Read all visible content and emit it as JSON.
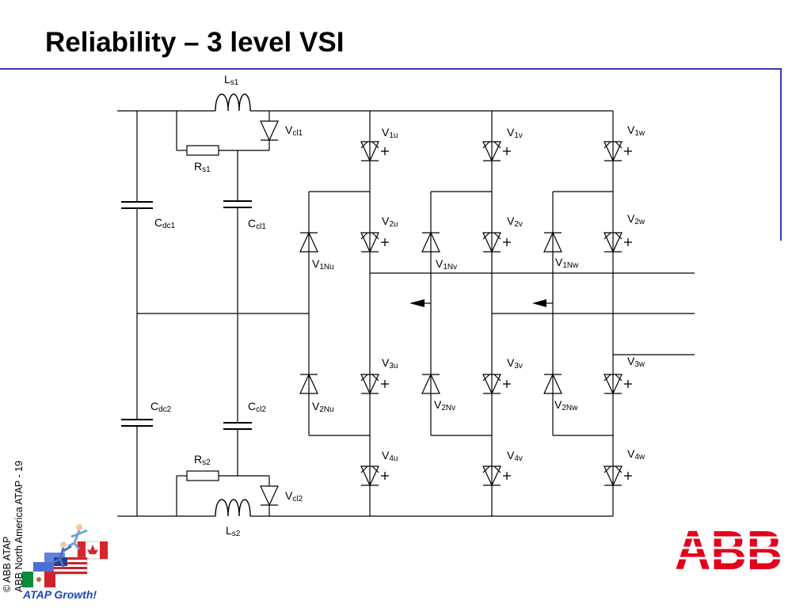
{
  "slide": {
    "title": "Reliability – 3 level VSI",
    "copyright": "© ABB ATAP",
    "footer_line": "ABB North America ATAP - 19",
    "tagline": "ATAP Growth!",
    "brand_logo_text": "ABB",
    "colors": {
      "rule": "#3a3ab4",
      "tagline": "#1b49b8",
      "brand_red": "#e2001a"
    }
  },
  "circuit": {
    "labels": [
      {
        "key": "ls1",
        "main": "L",
        "sub": "s1"
      },
      {
        "key": "vcl1",
        "main": "V",
        "sub": "cl1"
      },
      {
        "key": "rs1",
        "main": "R",
        "sub": "s1"
      },
      {
        "key": "cdc1",
        "main": "C",
        "sub": "dc1"
      },
      {
        "key": "ccl1",
        "main": "C",
        "sub": "cl1"
      },
      {
        "key": "cdc2",
        "main": "C",
        "sub": "dc2"
      },
      {
        "key": "ccl2",
        "main": "C",
        "sub": "cl2"
      },
      {
        "key": "rs2",
        "main": "R",
        "sub": "s2"
      },
      {
        "key": "vcl2",
        "main": "V",
        "sub": "cl2"
      },
      {
        "key": "ls2",
        "main": "L",
        "sub": "s2"
      },
      {
        "key": "v1u",
        "main": "V",
        "sub": "1u"
      },
      {
        "key": "v1v",
        "main": "V",
        "sub": "1v"
      },
      {
        "key": "v1w",
        "main": "V",
        "sub": "1w"
      },
      {
        "key": "v2u",
        "main": "V",
        "sub": "2u"
      },
      {
        "key": "v2v",
        "main": "V",
        "sub": "2v"
      },
      {
        "key": "v2w",
        "main": "V",
        "sub": "2w"
      },
      {
        "key": "v3u",
        "main": "V",
        "sub": "3u"
      },
      {
        "key": "v3v",
        "main": "V",
        "sub": "3v"
      },
      {
        "key": "v3w",
        "main": "V",
        "sub": "3w"
      },
      {
        "key": "v4u",
        "main": "V",
        "sub": "4u"
      },
      {
        "key": "v4v",
        "main": "V",
        "sub": "4v"
      },
      {
        "key": "v4w",
        "main": "V",
        "sub": "4w"
      },
      {
        "key": "v1nu",
        "main": "V",
        "sub": "1Nu"
      },
      {
        "key": "v1nv",
        "main": "V",
        "sub": "1Nv"
      },
      {
        "key": "v1nw",
        "main": "V",
        "sub": "1Nw"
      },
      {
        "key": "v2nu",
        "main": "V",
        "sub": "2Nu"
      },
      {
        "key": "v2nv",
        "main": "V",
        "sub": "2Nv"
      },
      {
        "key": "v2nw",
        "main": "V",
        "sub": "2Nw"
      }
    ]
  }
}
